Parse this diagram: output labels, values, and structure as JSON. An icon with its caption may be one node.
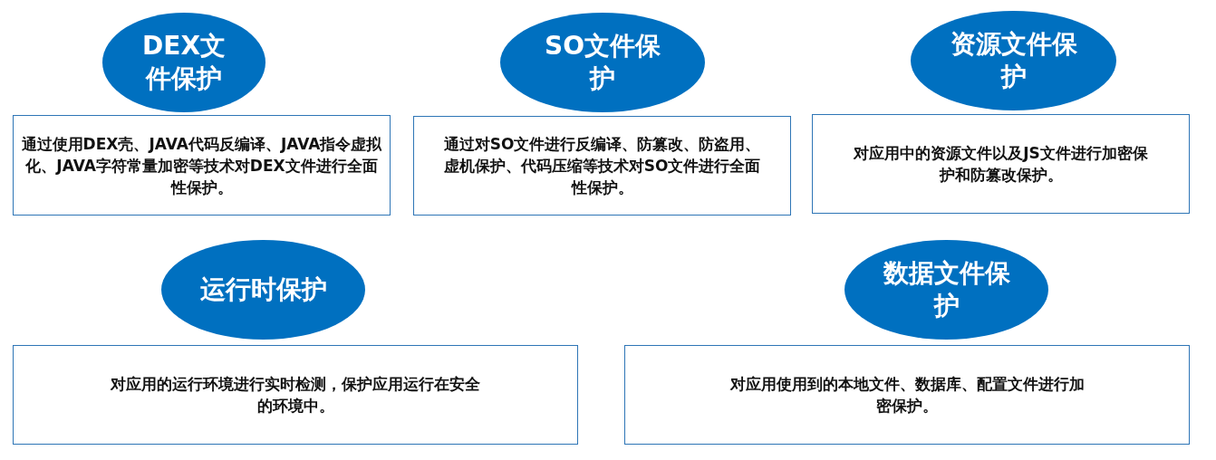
{
  "diagram": {
    "nodes": [
      {
        "text": [
          "DEX文件保护"
        ]
      },
      {
        "text": [
          "通过使用DEX壳、JAVA代码反编译、JAVA指令虚拟化、JAVA字符常量加密等技术对DEX文件进行全面性保护。"
        ]
      },
      {
        "text": [
          "SO文件保护"
        ]
      },
      {
        "text": [
          "通过对SO文件进行反编译、防篡改、防盗用、虚机保护、代码压缩等技术对SO文件进行全面性保护。"
        ]
      },
      {
        "text": [
          "资源文件保护"
        ]
      },
      {
        "text": [
          "对应用中的资源文件以及JS文件进行加密保护和防篡改保护。"
        ]
      },
      {
        "text": [
          "运行时保护"
        ]
      },
      {
        "text": [
          "对应用的运行环境进行实时检测，保护应用运行在安全的环境中。"
        ]
      },
      {
        "text": [
          "数据文件保护"
        ]
      },
      {
        "text": [
          "对应用使用到的本地文件、数据库、配置文件进行加密保护。"
        ]
      }
    ]
  }
}
